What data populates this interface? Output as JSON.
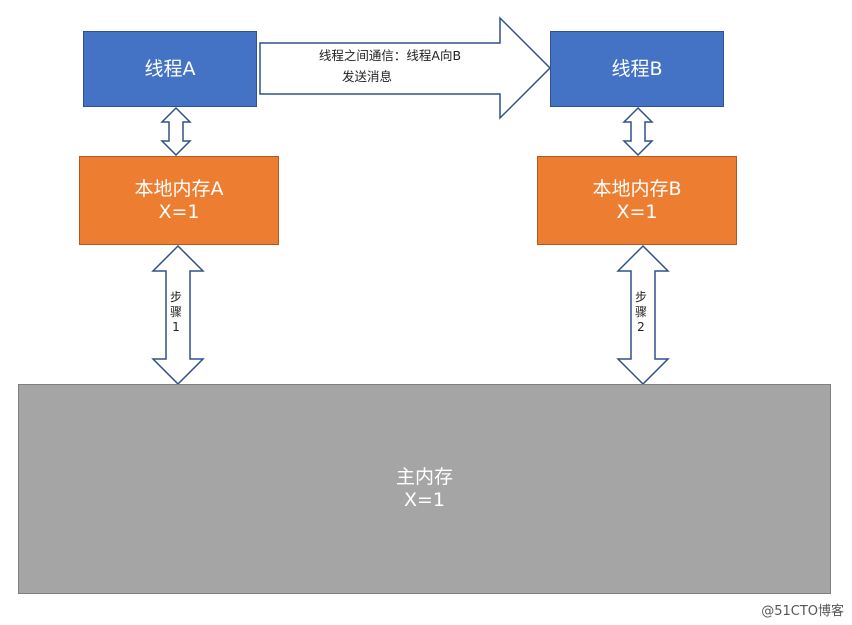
{
  "thread_a": {
    "label": "线程A"
  },
  "thread_b": {
    "label": "线程B"
  },
  "local_a": {
    "line1": "本地内存A",
    "line2": "X=1"
  },
  "local_b": {
    "line1": "本地内存B",
    "line2": "X=1"
  },
  "main_memory": {
    "line1": "主内存",
    "line2": "X=1"
  },
  "message_arrow": {
    "line1": "线程之间通信：线程A向B",
    "line2": "发送消息"
  },
  "step1": {
    "char1": "步",
    "char2": "骤",
    "char3": "1"
  },
  "step2": {
    "char1": "步",
    "char2": "骤",
    "char3": "2"
  },
  "watermark": "@51CTO博客",
  "colors": {
    "thread": "#4472c4",
    "local": "#ed7d31",
    "main": "#a5a5a5"
  }
}
